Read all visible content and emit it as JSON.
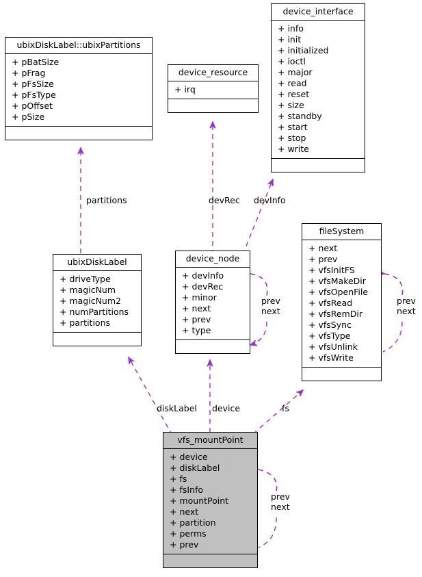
{
  "diagram": {
    "type": "uml-class-collaboration-diagram",
    "background": "#ffffff",
    "edge_color": "#9932cc",
    "box_border_color": "#000000",
    "highlight_fill": "#c0c0c0"
  },
  "classes": {
    "ubixPartitions": {
      "title": "ubixDiskLabel::ubixPartitions",
      "attributes": [
        "+ pBatSize",
        "+ pFrag",
        "+ pFsSize",
        "+ pFsType",
        "+ pOffset",
        "+ pSize"
      ],
      "operations": []
    },
    "device_resource": {
      "title": "device_resource",
      "attributes": [
        "+ irq"
      ],
      "operations": []
    },
    "device_interface": {
      "title": "device_interface",
      "attributes": [
        "+ info",
        "+ init",
        "+ initialized",
        "+ ioctl",
        "+ major",
        "+ read",
        "+ reset",
        "+ size",
        "+ standby",
        "+ start",
        "+ stop",
        "+ write"
      ],
      "operations": []
    },
    "ubixDiskLabel": {
      "title": "ubixDiskLabel",
      "attributes": [
        "+ driveType",
        "+ magicNum",
        "+ magicNum2",
        "+ numPartitions",
        "+ partitions"
      ],
      "operations": []
    },
    "device_node": {
      "title": "device_node",
      "attributes": [
        "+ devInfo",
        "+ devRec",
        "+ minor",
        "+ next",
        "+ prev",
        "+ type"
      ],
      "operations": []
    },
    "fileSystem": {
      "title": "fileSystem",
      "attributes": [
        "+ next",
        "+ prev",
        "+ vfsInitFS",
        "+ vfsMakeDir",
        "+ vfsOpenFile",
        "+ vfsRead",
        "+ vfsRemDir",
        "+ vfsSync",
        "+ vfsType",
        "+ vfsUnlink",
        "+ vfsWrite"
      ],
      "operations": []
    },
    "vfs_mountPoint": {
      "title": "vfs_mountPoint",
      "attributes": [
        "+ device",
        "+ diskLabel",
        "+ fs",
        "+ fsInfo",
        "+ mountPoint",
        "+ next",
        "+ partition",
        "+ perms",
        "+ prev"
      ],
      "operations": []
    }
  },
  "edge_labels": {
    "partitions": "partitions",
    "devRec": "devRec",
    "devInfo": "devInfo",
    "diskLabel": "diskLabel",
    "device": "device",
    "fs": "fs",
    "device_node_prev": "prev",
    "device_node_next": "next",
    "fileSystem_prev": "prev",
    "fileSystem_next": "next",
    "mountPoint_prev": "prev",
    "mountPoint_next": "next"
  }
}
